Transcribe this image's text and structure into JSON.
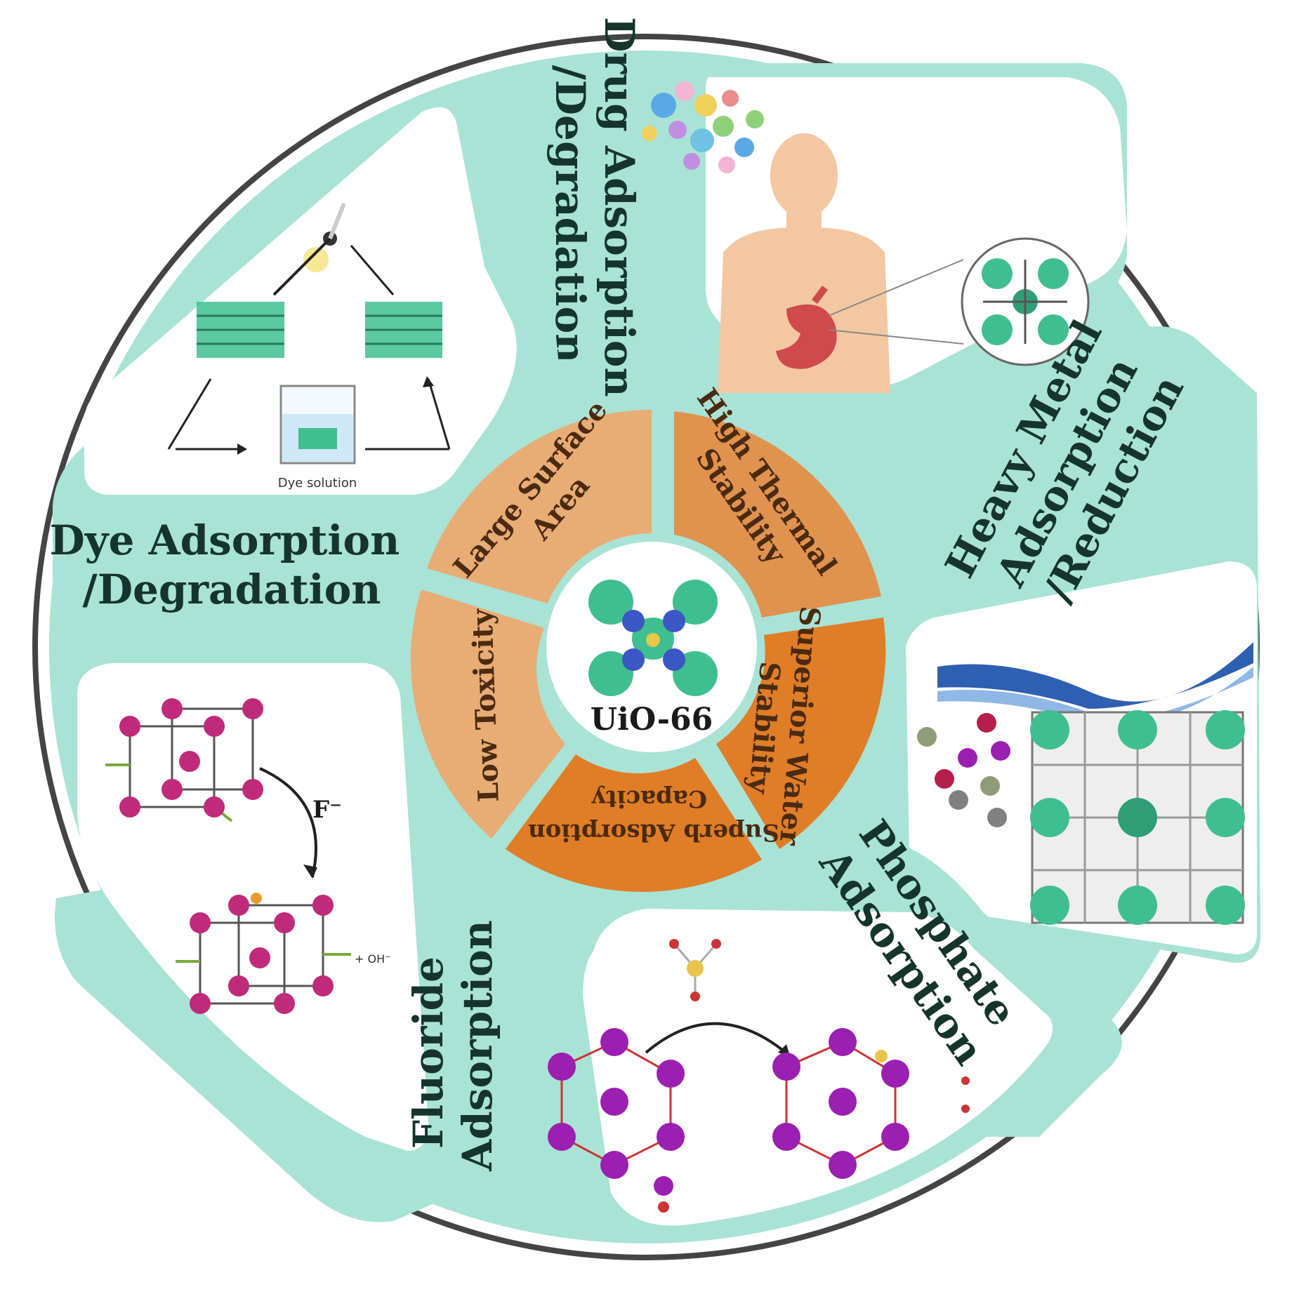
{
  "colors": {
    "mint": "#a9e3d5",
    "mint_band": "#8fd9c7",
    "outline": "#444444",
    "orange": "#e0924f",
    "orange_light": "#e8ac75",
    "orange_deep": "#e07d27",
    "mof_green": "#3fbf8f",
    "mof_blue": "#3b57c4",
    "purple": "#9b1fb0",
    "crimson": "#b51f4c",
    "skin": "#f2c7a1",
    "stomach": "#cf4a4a"
  },
  "center": {
    "label": "UiO-66"
  },
  "properties": [
    {
      "lines": [
        "Large Surface",
        "Area"
      ]
    },
    {
      "lines": [
        "High Thermal",
        "Stability"
      ]
    },
    {
      "lines": [
        "Superior Water",
        "Stability"
      ]
    },
    {
      "lines": [
        "Superb Adsorption",
        "Capacity"
      ]
    },
    {
      "lines": [
        "Low Toxicity"
      ]
    }
  ],
  "applications": {
    "drug": {
      "lines": [
        "Drug Adsorption",
        "/Degradation"
      ],
      "icons": [
        "human-body-icon",
        "stomach-icon",
        "drug-molecules-icon",
        "uio66-crystal-icon"
      ]
    },
    "heavy_metal": {
      "lines": [
        "Heavy Metal",
        "Adsorption",
        "/Reduction"
      ],
      "icons": [
        "water-wave-icon",
        "metal-ion-icon",
        "uio66-crystal-icon"
      ]
    },
    "phosphate": {
      "lines": [
        "Phosphate",
        "Adsorption"
      ],
      "icons": [
        "phosphate-molecule-icon",
        "zr-cluster-icon",
        "reaction-arrow-icon"
      ]
    },
    "fluoride": {
      "lines": [
        "Fluoride",
        "Adsorption"
      ],
      "ion_label": "F⁻",
      "product_label": "+ OH⁻",
      "icons": [
        "zr-lattice-icon",
        "reaction-arrow-icon"
      ]
    },
    "dye": {
      "lines": [
        "Dye Adsorption",
        "/Degradation"
      ],
      "beaker_label": "Dye solution",
      "icons": [
        "beaker-icon",
        "light-source-icon",
        "mof-layer-icon",
        "cycle-arrow-icon"
      ]
    }
  }
}
